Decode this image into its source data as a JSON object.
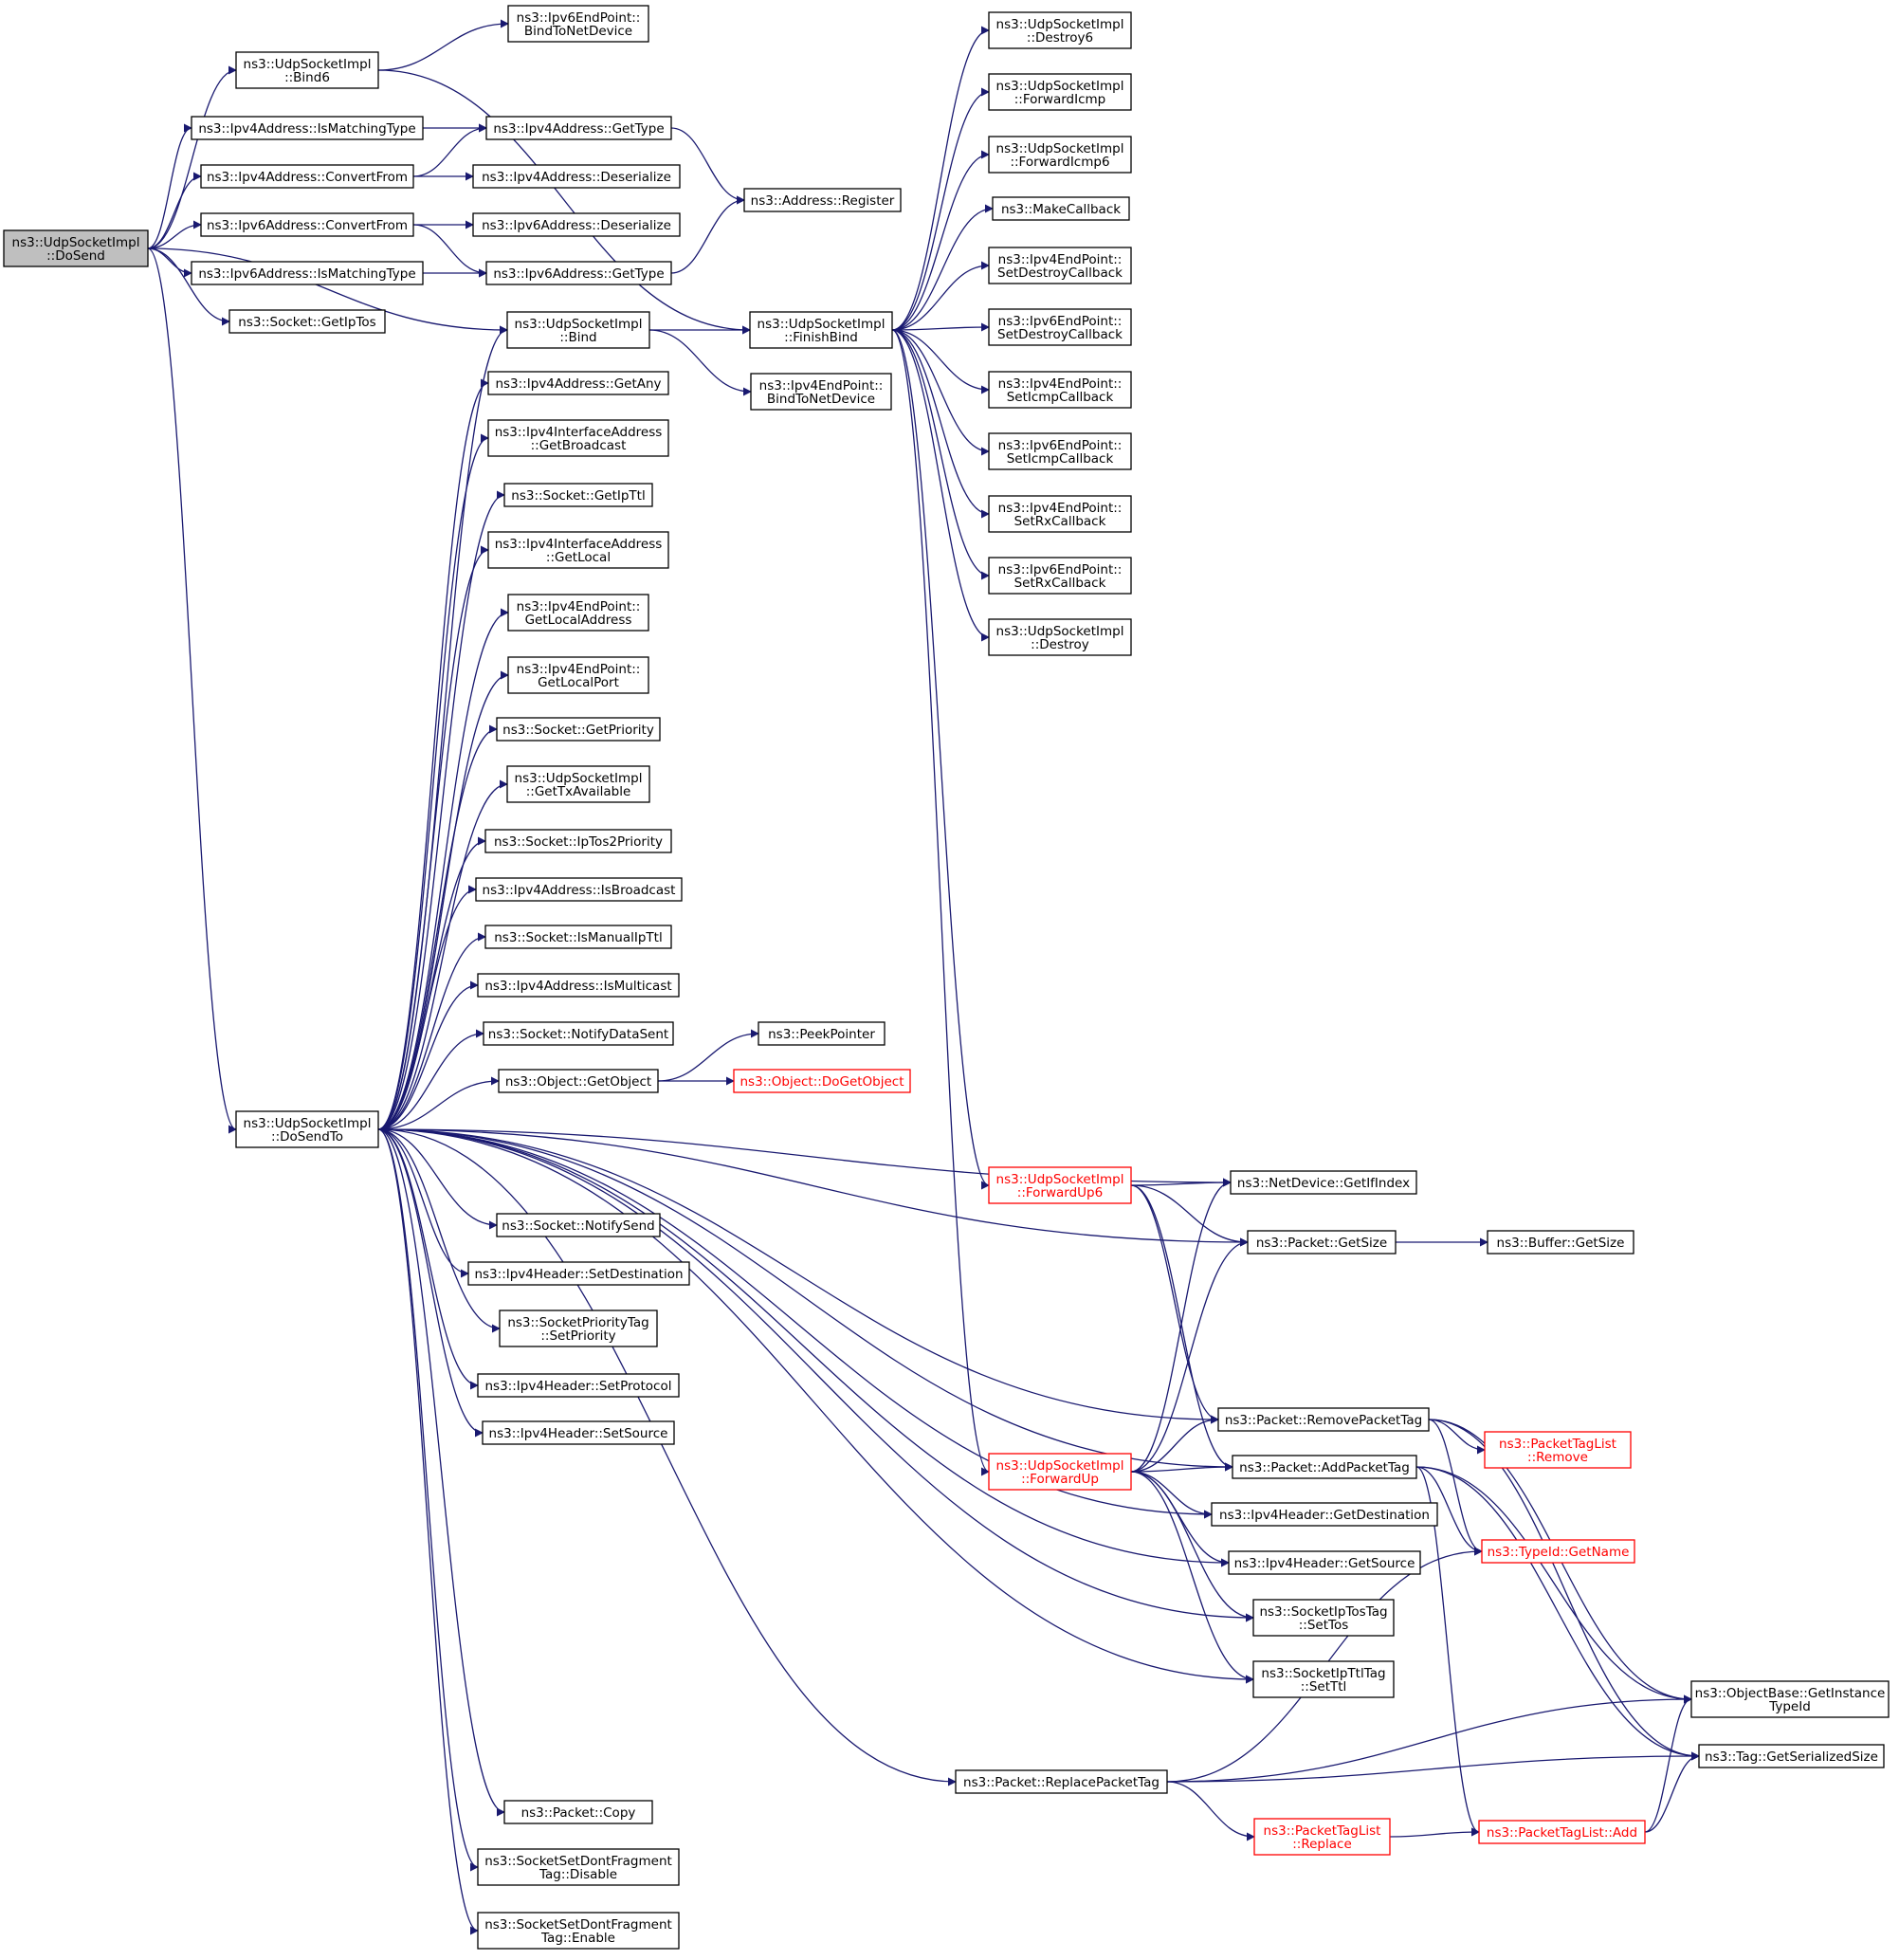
{
  "nodes": [
    {
      "id": "DoSend",
      "lines": [
        "ns3::UdpSocketImpl",
        "::DoSend"
      ],
      "root": true
    },
    {
      "id": "Bind6",
      "lines": [
        "ns3::UdpSocketImpl",
        "::Bind6"
      ]
    },
    {
      "id": "Ipv6EP_BindToNetDevice",
      "lines": [
        "ns3::Ipv6EndPoint::",
        "BindToNetDevice"
      ]
    },
    {
      "id": "Ipv4Addr_IsMatchingType",
      "lines": [
        "ns3::Ipv4Address::IsMatchingType"
      ]
    },
    {
      "id": "Ipv4Addr_GetType",
      "lines": [
        "ns3::Ipv4Address::GetType"
      ]
    },
    {
      "id": "Ipv4Addr_ConvertFrom",
      "lines": [
        "ns3::Ipv4Address::ConvertFrom"
      ]
    },
    {
      "id": "Ipv4Addr_Deserialize",
      "lines": [
        "ns3::Ipv4Address::Deserialize"
      ]
    },
    {
      "id": "Address_Register",
      "lines": [
        "ns3::Address::Register"
      ]
    },
    {
      "id": "Ipv6Addr_ConvertFrom",
      "lines": [
        "ns3::Ipv6Address::ConvertFrom"
      ]
    },
    {
      "id": "Ipv6Addr_Deserialize",
      "lines": [
        "ns3::Ipv6Address::Deserialize"
      ]
    },
    {
      "id": "Ipv6Addr_IsMatchingType",
      "lines": [
        "ns3::Ipv6Address::IsMatchingType"
      ]
    },
    {
      "id": "Ipv6Addr_GetType",
      "lines": [
        "ns3::Ipv6Address::GetType"
      ]
    },
    {
      "id": "Socket_GetIpTos",
      "lines": [
        "ns3::Socket::GetIpTos"
      ]
    },
    {
      "id": "Bind",
      "lines": [
        "ns3::UdpSocketImpl",
        "::Bind"
      ]
    },
    {
      "id": "FinishBind",
      "lines": [
        "ns3::UdpSocketImpl",
        "::FinishBind"
      ]
    },
    {
      "id": "Ipv4EP_BindToNetDevice",
      "lines": [
        "ns3::Ipv4EndPoint::",
        "BindToNetDevice"
      ]
    },
    {
      "id": "Destroy6",
      "lines": [
        "ns3::UdpSocketImpl",
        "::Destroy6"
      ]
    },
    {
      "id": "ForwardIcmp",
      "lines": [
        "ns3::UdpSocketImpl",
        "::ForwardIcmp"
      ]
    },
    {
      "id": "ForwardIcmp6",
      "lines": [
        "ns3::UdpSocketImpl",
        "::ForwardIcmp6"
      ]
    },
    {
      "id": "MakeCallback",
      "lines": [
        "ns3::MakeCallback"
      ]
    },
    {
      "id": "Ipv4EP_SetDestroyCallback",
      "lines": [
        "ns3::Ipv4EndPoint::",
        "SetDestroyCallback"
      ]
    },
    {
      "id": "Ipv6EP_SetDestroyCallback",
      "lines": [
        "ns3::Ipv6EndPoint::",
        "SetDestroyCallback"
      ]
    },
    {
      "id": "Ipv4EP_SetIcmpCallback",
      "lines": [
        "ns3::Ipv4EndPoint::",
        "SetIcmpCallback"
      ]
    },
    {
      "id": "Ipv6EP_SetIcmpCallback",
      "lines": [
        "ns3::Ipv6EndPoint::",
        "SetIcmpCallback"
      ]
    },
    {
      "id": "Ipv4EP_SetRxCallback",
      "lines": [
        "ns3::Ipv4EndPoint::",
        "SetRxCallback"
      ]
    },
    {
      "id": "Ipv6EP_SetRxCallback",
      "lines": [
        "ns3::Ipv6EndPoint::",
        "SetRxCallback"
      ]
    },
    {
      "id": "Destroy",
      "lines": [
        "ns3::UdpSocketImpl",
        "::Destroy"
      ]
    },
    {
      "id": "Ipv4Addr_GetAny",
      "lines": [
        "ns3::Ipv4Address::GetAny"
      ]
    },
    {
      "id": "Ipv4IfAddr_GetBroadcast",
      "lines": [
        "ns3::Ipv4InterfaceAddress",
        "::GetBroadcast"
      ]
    },
    {
      "id": "Socket_GetIpTtl",
      "lines": [
        "ns3::Socket::GetIpTtl"
      ]
    },
    {
      "id": "Ipv4IfAddr_GetLocal",
      "lines": [
        "ns3::Ipv4InterfaceAddress",
        "::GetLocal"
      ]
    },
    {
      "id": "Ipv4EP_GetLocalAddress",
      "lines": [
        "ns3::Ipv4EndPoint::",
        "GetLocalAddress"
      ]
    },
    {
      "id": "Ipv4EP_GetLocalPort",
      "lines": [
        "ns3::Ipv4EndPoint::",
        "GetLocalPort"
      ]
    },
    {
      "id": "Socket_GetPriority",
      "lines": [
        "ns3::Socket::GetPriority"
      ]
    },
    {
      "id": "GetTxAvailable",
      "lines": [
        "ns3::UdpSocketImpl",
        "::GetTxAvailable"
      ]
    },
    {
      "id": "Socket_IpTos2Priority",
      "lines": [
        "ns3::Socket::IpTos2Priority"
      ]
    },
    {
      "id": "Ipv4Addr_IsBroadcast",
      "lines": [
        "ns3::Ipv4Address::IsBroadcast"
      ]
    },
    {
      "id": "Socket_IsManualIpTtl",
      "lines": [
        "ns3::Socket::IsManualIpTtl"
      ]
    },
    {
      "id": "Ipv4Addr_IsMulticast",
      "lines": [
        "ns3::Ipv4Address::IsMulticast"
      ]
    },
    {
      "id": "Socket_NotifyDataSent",
      "lines": [
        "ns3::Socket::NotifyDataSent"
      ]
    },
    {
      "id": "PeekPointer",
      "lines": [
        "ns3::PeekPointer"
      ]
    },
    {
      "id": "Object_GetObject",
      "lines": [
        "ns3::Object::GetObject"
      ]
    },
    {
      "id": "Object_DoGetObject",
      "lines": [
        "ns3::Object::DoGetObject"
      ],
      "red": true
    },
    {
      "id": "DoSendTo",
      "lines": [
        "ns3::UdpSocketImpl",
        "::DoSendTo"
      ]
    },
    {
      "id": "NetDevice_GetIfIndex",
      "lines": [
        "ns3::NetDevice::GetIfIndex"
      ]
    },
    {
      "id": "ForwardUp6",
      "lines": [
        "ns3::UdpSocketImpl",
        "::ForwardUp6"
      ],
      "red": true
    },
    {
      "id": "Packet_GetSize",
      "lines": [
        "ns3::Packet::GetSize"
      ]
    },
    {
      "id": "Buffer_GetSize",
      "lines": [
        "ns3::Buffer::GetSize"
      ]
    },
    {
      "id": "Socket_NotifySend",
      "lines": [
        "ns3::Socket::NotifySend"
      ]
    },
    {
      "id": "Ipv4Hdr_SetDestination",
      "lines": [
        "ns3::Ipv4Header::SetDestination"
      ]
    },
    {
      "id": "SocketPriorityTag_SetPriority",
      "lines": [
        "ns3::SocketPriorityTag",
        "::SetPriority"
      ]
    },
    {
      "id": "Ipv4Hdr_SetProtocol",
      "lines": [
        "ns3::Ipv4Header::SetProtocol"
      ]
    },
    {
      "id": "Ipv4Hdr_SetSource",
      "lines": [
        "ns3::Ipv4Header::SetSource"
      ]
    },
    {
      "id": "Packet_RemovePacketTag",
      "lines": [
        "ns3::Packet::RemovePacketTag"
      ]
    },
    {
      "id": "PacketTagList_Remove",
      "lines": [
        "ns3::PacketTagList",
        "::Remove"
      ],
      "red": true
    },
    {
      "id": "ForwardUp",
      "lines": [
        "ns3::UdpSocketImpl",
        "::ForwardUp"
      ],
      "red": true
    },
    {
      "id": "Packet_AddPacketTag",
      "lines": [
        "ns3::Packet::AddPacketTag"
      ]
    },
    {
      "id": "Ipv4Hdr_GetDestination",
      "lines": [
        "ns3::Ipv4Header::GetDestination"
      ]
    },
    {
      "id": "TypeId_GetName",
      "lines": [
        "ns3::TypeId::GetName"
      ],
      "red": true
    },
    {
      "id": "Ipv4Hdr_GetSource",
      "lines": [
        "ns3::Ipv4Header::GetSource"
      ]
    },
    {
      "id": "SocketIpTosTag_SetTos",
      "lines": [
        "ns3::SocketIpTosTag",
        "::SetTos"
      ]
    },
    {
      "id": "ObjectBase_GetInstanceTypeId",
      "lines": [
        "ns3::ObjectBase::GetInstance",
        "TypeId"
      ]
    },
    {
      "id": "SocketIpTtlTag_SetTtl",
      "lines": [
        "ns3::SocketIpTtlTag",
        "::SetTtl"
      ]
    },
    {
      "id": "Packet_ReplacePacketTag",
      "lines": [
        "ns3::Packet::ReplacePacketTag"
      ]
    },
    {
      "id": "Tag_GetSerializedSize",
      "lines": [
        "ns3::Tag::GetSerializedSize"
      ]
    },
    {
      "id": "PacketTagList_Replace",
      "lines": [
        "ns3::PacketTagList",
        "::Replace"
      ],
      "red": true
    },
    {
      "id": "PacketTagList_Add",
      "lines": [
        "ns3::PacketTagList::Add"
      ],
      "red": true
    },
    {
      "id": "Packet_Copy",
      "lines": [
        "ns3::Packet::Copy"
      ]
    },
    {
      "id": "DontFragment_Disable",
      "lines": [
        "ns3::SocketSetDontFragment",
        "Tag::Disable"
      ]
    },
    {
      "id": "DontFragment_Enable",
      "lines": [
        "ns3::SocketSetDontFragment",
        "Tag::Enable"
      ]
    }
  ],
  "edges": [
    [
      "DoSend",
      "Bind6"
    ],
    [
      "DoSend",
      "Ipv4Addr_IsMatchingType"
    ],
    [
      "DoSend",
      "Ipv4Addr_ConvertFrom"
    ],
    [
      "DoSend",
      "Ipv6Addr_ConvertFrom"
    ],
    [
      "DoSend",
      "Ipv6Addr_IsMatchingType"
    ],
    [
      "DoSend",
      "Socket_GetIpTos"
    ],
    [
      "DoSend",
      "Bind"
    ],
    [
      "DoSend",
      "DoSendTo"
    ],
    [
      "Bind6",
      "Ipv6EP_BindToNetDevice"
    ],
    [
      "Bind6",
      "FinishBind"
    ],
    [
      "Ipv4Addr_IsMatchingType",
      "Ipv4Addr_GetType"
    ],
    [
      "Ipv4Addr_ConvertFrom",
      "Ipv4Addr_GetType"
    ],
    [
      "Ipv4Addr_ConvertFrom",
      "Ipv4Addr_Deserialize"
    ],
    [
      "Ipv4Addr_GetType",
      "Address_Register"
    ],
    [
      "Ipv6Addr_ConvertFrom",
      "Ipv6Addr_Deserialize"
    ],
    [
      "Ipv6Addr_ConvertFrom",
      "Ipv6Addr_GetType"
    ],
    [
      "Ipv6Addr_IsMatchingType",
      "Ipv6Addr_GetType"
    ],
    [
      "Ipv6Addr_GetType",
      "Address_Register"
    ],
    [
      "Bind",
      "FinishBind"
    ],
    [
      "Bind",
      "Ipv4EP_BindToNetDevice"
    ],
    [
      "FinishBind",
      "Destroy6"
    ],
    [
      "FinishBind",
      "ForwardIcmp"
    ],
    [
      "FinishBind",
      "ForwardIcmp6"
    ],
    [
      "FinishBind",
      "MakeCallback"
    ],
    [
      "FinishBind",
      "Ipv4EP_SetDestroyCallback"
    ],
    [
      "FinishBind",
      "Ipv6EP_SetDestroyCallback"
    ],
    [
      "FinishBind",
      "Ipv4EP_SetIcmpCallback"
    ],
    [
      "FinishBind",
      "Ipv6EP_SetIcmpCallback"
    ],
    [
      "FinishBind",
      "Ipv4EP_SetRxCallback"
    ],
    [
      "FinishBind",
      "Ipv6EP_SetRxCallback"
    ],
    [
      "FinishBind",
      "Destroy"
    ],
    [
      "FinishBind",
      "ForwardUp6"
    ],
    [
      "FinishBind",
      "ForwardUp"
    ],
    [
      "DoSendTo",
      "Bind"
    ],
    [
      "DoSendTo",
      "Ipv4Addr_GetAny"
    ],
    [
      "DoSendTo",
      "Ipv4IfAddr_GetBroadcast"
    ],
    [
      "DoSendTo",
      "Socket_GetIpTtl"
    ],
    [
      "DoSendTo",
      "Ipv4IfAddr_GetLocal"
    ],
    [
      "DoSendTo",
      "Ipv4EP_GetLocalAddress"
    ],
    [
      "DoSendTo",
      "Ipv4EP_GetLocalPort"
    ],
    [
      "DoSendTo",
      "Socket_GetPriority"
    ],
    [
      "DoSendTo",
      "GetTxAvailable"
    ],
    [
      "DoSendTo",
      "Socket_IpTos2Priority"
    ],
    [
      "DoSendTo",
      "Ipv4Addr_IsBroadcast"
    ],
    [
      "DoSendTo",
      "Socket_IsManualIpTtl"
    ],
    [
      "DoSendTo",
      "Ipv4Addr_IsMulticast"
    ],
    [
      "DoSendTo",
      "Socket_NotifyDataSent"
    ],
    [
      "DoSendTo",
      "Object_GetObject"
    ],
    [
      "DoSendTo",
      "NetDevice_GetIfIndex"
    ],
    [
      "DoSendTo",
      "Packet_GetSize"
    ],
    [
      "DoSendTo",
      "Socket_NotifySend"
    ],
    [
      "DoSendTo",
      "Ipv4Hdr_SetDestination"
    ],
    [
      "DoSendTo",
      "SocketPriorityTag_SetPriority"
    ],
    [
      "DoSendTo",
      "Ipv4Hdr_SetProtocol"
    ],
    [
      "DoSendTo",
      "Ipv4Hdr_SetSource"
    ],
    [
      "DoSendTo",
      "Packet_RemovePacketTag"
    ],
    [
      "DoSendTo",
      "Packet_AddPacketTag"
    ],
    [
      "DoSendTo",
      "Ipv4Hdr_GetDestination"
    ],
    [
      "DoSendTo",
      "Ipv4Hdr_GetSource"
    ],
    [
      "DoSendTo",
      "SocketIpTosTag_SetTos"
    ],
    [
      "DoSendTo",
      "SocketIpTtlTag_SetTtl"
    ],
    [
      "DoSendTo",
      "Packet_ReplacePacketTag"
    ],
    [
      "DoSendTo",
      "Packet_Copy"
    ],
    [
      "DoSendTo",
      "DontFragment_Disable"
    ],
    [
      "DoSendTo",
      "DontFragment_Enable"
    ],
    [
      "Object_GetObject",
      "PeekPointer"
    ],
    [
      "Object_GetObject",
      "Object_DoGetObject"
    ],
    [
      "ForwardUp6",
      "NetDevice_GetIfIndex"
    ],
    [
      "ForwardUp6",
      "Packet_GetSize"
    ],
    [
      "ForwardUp6",
      "Packet_RemovePacketTag"
    ],
    [
      "ForwardUp6",
      "Packet_AddPacketTag"
    ],
    [
      "Packet_GetSize",
      "Buffer_GetSize"
    ],
    [
      "ForwardUp",
      "NetDevice_GetIfIndex"
    ],
    [
      "ForwardUp",
      "Packet_GetSize"
    ],
    [
      "ForwardUp",
      "Packet_RemovePacketTag"
    ],
    [
      "ForwardUp",
      "Packet_AddPacketTag"
    ],
    [
      "ForwardUp",
      "Ipv4Hdr_GetDestination"
    ],
    [
      "ForwardUp",
      "Ipv4Hdr_GetSource"
    ],
    [
      "ForwardUp",
      "SocketIpTosTag_SetTos"
    ],
    [
      "ForwardUp",
      "SocketIpTtlTag_SetTtl"
    ],
    [
      "Packet_RemovePacketTag",
      "PacketTagList_Remove"
    ],
    [
      "Packet_RemovePacketTag",
      "TypeId_GetName"
    ],
    [
      "Packet_RemovePacketTag",
      "ObjectBase_GetInstanceTypeId"
    ],
    [
      "Packet_RemovePacketTag",
      "Tag_GetSerializedSize"
    ],
    [
      "Packet_AddPacketTag",
      "TypeId_GetName"
    ],
    [
      "Packet_AddPacketTag",
      "ObjectBase_GetInstanceTypeId"
    ],
    [
      "Packet_AddPacketTag",
      "Tag_GetSerializedSize"
    ],
    [
      "Packet_AddPacketTag",
      "PacketTagList_Add"
    ],
    [
      "Packet_ReplacePacketTag",
      "TypeId_GetName"
    ],
    [
      "Packet_ReplacePacketTag",
      "ObjectBase_GetInstanceTypeId"
    ],
    [
      "Packet_ReplacePacketTag",
      "PacketTagList_Replace"
    ],
    [
      "Packet_ReplacePacketTag",
      "Tag_GetSerializedSize"
    ],
    [
      "PacketTagList_Replace",
      "PacketTagList_Add"
    ],
    [
      "PacketTagList_Add",
      "ObjectBase_GetInstanceTypeId"
    ],
    [
      "PacketTagList_Add",
      "Tag_GetSerializedSize"
    ]
  ],
  "colors": {
    "edge": "#191970",
    "node_border": "#000000",
    "node_red": "#ff0000",
    "root_fill": "#bfbfbf"
  }
}
